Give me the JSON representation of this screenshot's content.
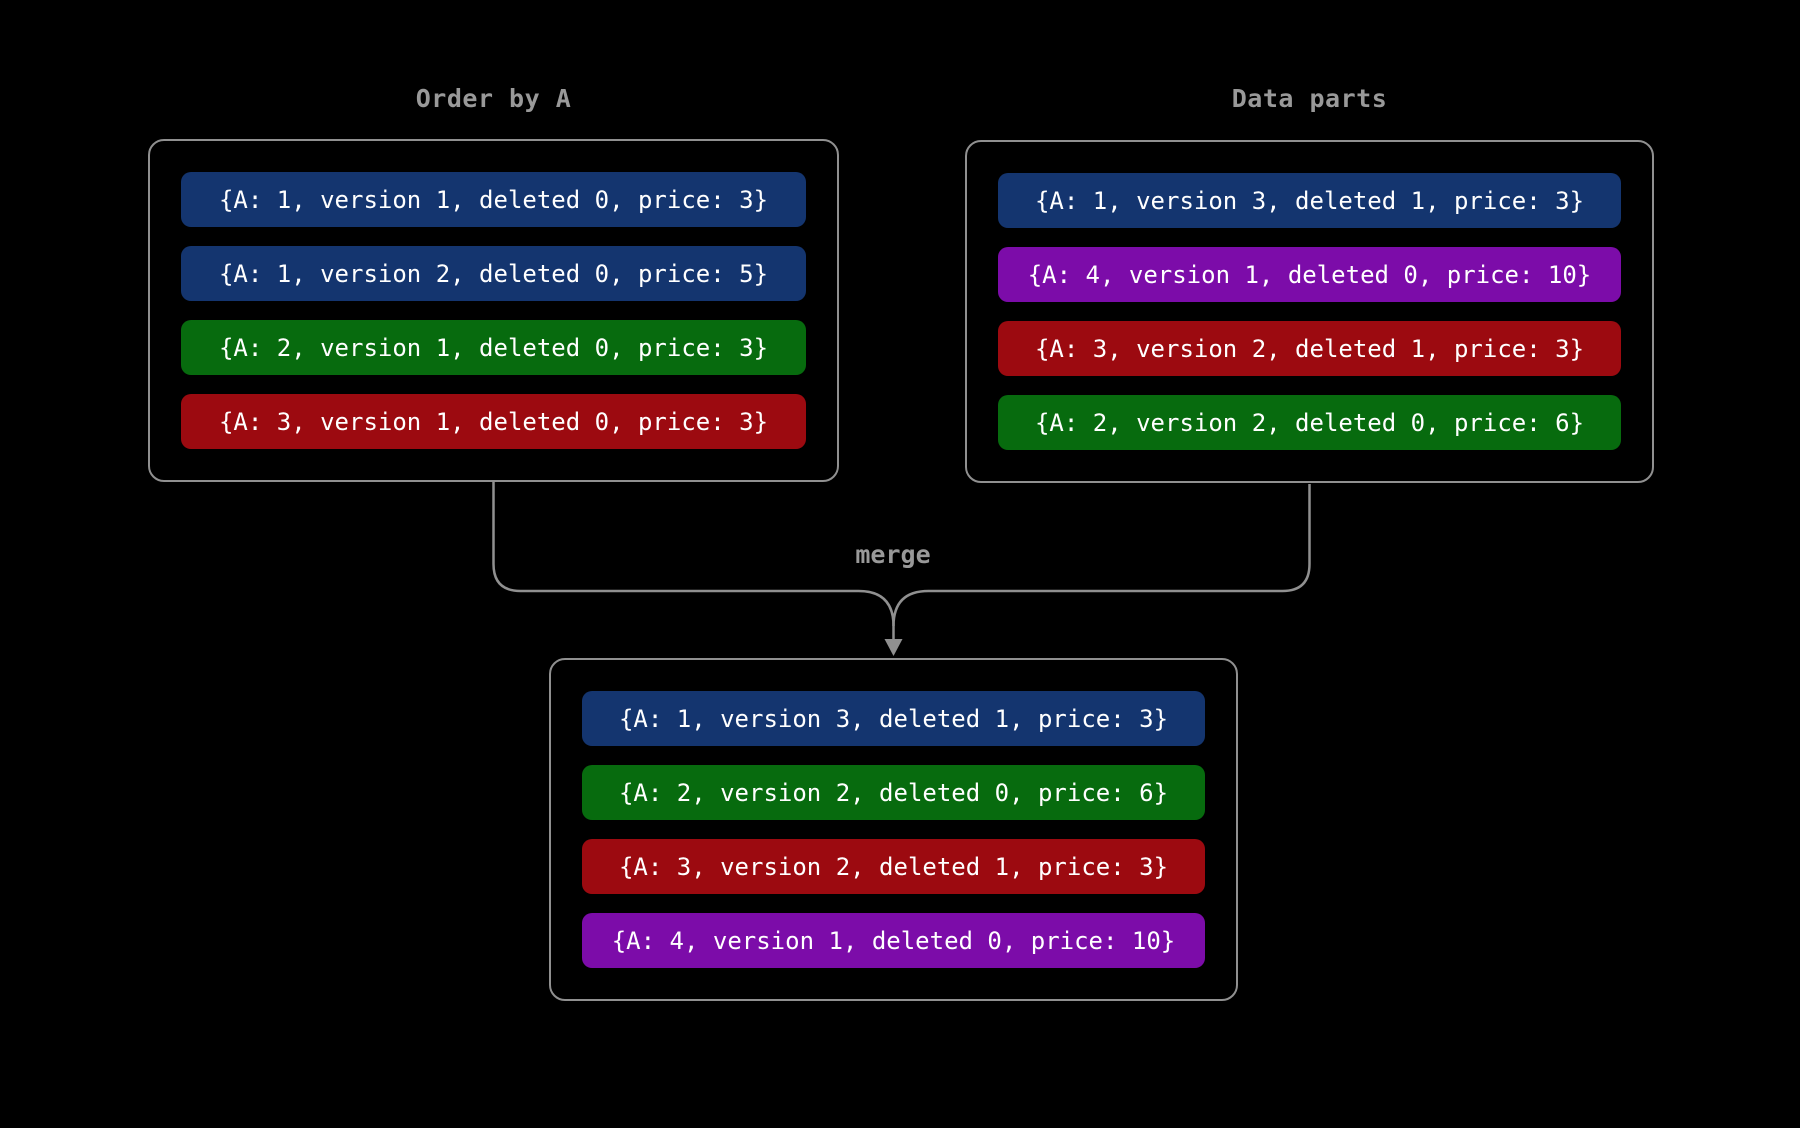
{
  "colors": {
    "background": "#000000",
    "box_border": "#909090",
    "connector": "#909090",
    "title_text": "#999999",
    "row_text": "#ffffff",
    "blue": "#14356f",
    "green": "#076b0e",
    "red": "#9c0a10",
    "purple": "#7c0ca9"
  },
  "left_panel": {
    "title": "Order by A",
    "rows": [
      {
        "text": "{A: 1, version 1, deleted 0, price: 3}",
        "color": "blue"
      },
      {
        "text": "{A: 1, version 2, deleted 0, price: 5}",
        "color": "blue"
      },
      {
        "text": "{A: 2, version 1, deleted 0, price: 3}",
        "color": "green"
      },
      {
        "text": "{A: 3, version 1, deleted 0, price: 3}",
        "color": "red"
      }
    ]
  },
  "right_panel": {
    "title": "Data parts",
    "rows": [
      {
        "text": "{A: 1, version 3, deleted 1, price: 3}",
        "color": "blue"
      },
      {
        "text": "{A: 4, version 1, deleted 0, price: 10}",
        "color": "purple"
      },
      {
        "text": "{A: 3, version 2, deleted 1, price: 3}",
        "color": "red"
      },
      {
        "text": "{A: 2, version 2, deleted 0, price: 6}",
        "color": "green"
      }
    ]
  },
  "merge_label": "merge",
  "result_panel": {
    "rows": [
      {
        "text": "{A: 1, version 3, deleted 1, price: 3}",
        "color": "blue"
      },
      {
        "text": "{A: 2, version 2, deleted 0, price: 6}",
        "color": "green"
      },
      {
        "text": "{A: 3, version 2, deleted 1, price: 3}",
        "color": "red"
      },
      {
        "text": "{A: 4, version 1, deleted 0, price: 10}",
        "color": "purple"
      }
    ]
  }
}
